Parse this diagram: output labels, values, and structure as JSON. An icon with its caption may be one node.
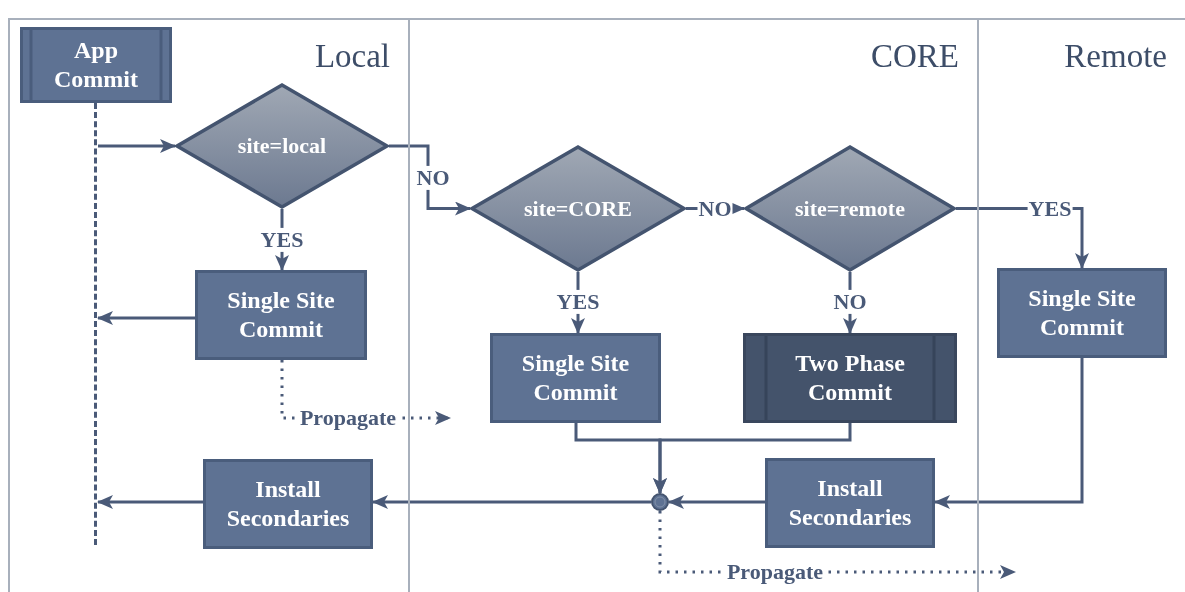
{
  "diagram": {
    "nodes": [
      {
        "text": [
          "Local"
        ]
      },
      {
        "text": [
          "CORE"
        ]
      },
      {
        "text": [
          "Remote"
        ]
      },
      {
        "text": [
          "App Commit"
        ],
        "in": 0
      },
      {
        "text": [],
        "shape": "line",
        "in": 0
      },
      {
        "text": [
          "site=local"
        ],
        "in": 0
      },
      {
        "text": [
          "Single Site Commit"
        ],
        "in": 0
      },
      {
        "text": [
          "Install Secondaries"
        ],
        "in": 0
      },
      {
        "text": [
          "site=CORE"
        ],
        "in": 1
      },
      {
        "text": [
          "site=remote"
        ],
        "in": 1
      },
      {
        "text": [
          "Single Site Commit"
        ],
        "in": 1
      },
      {
        "text": [
          "Two Phase Commit"
        ],
        "in": 1
      },
      {
        "text": [],
        "shape": "circle",
        "in": 1
      },
      {
        "text": [
          "Install Secondaries"
        ],
        "in": 1
      },
      {
        "text": [
          "Single Site Commit"
        ],
        "in": 2
      }
    ],
    "edges": [
      {
        "from": 4,
        "to": 5,
        "arrow": "to"
      },
      {
        "from": 5,
        "to": 8,
        "arrow": "to",
        "label": "NO"
      },
      {
        "from": 5,
        "to": 6,
        "arrow": "to",
        "label": "YES"
      },
      {
        "from": 6,
        "to": 4,
        "arrow": "to"
      },
      {
        "from": 6,
        "to": 1,
        "arrow": "to",
        "label": "Propagate",
        "style": "dashed"
      },
      {
        "from": 8,
        "to": 9,
        "arrow": "to",
        "label": "NO"
      },
      {
        "from": 8,
        "to": 10,
        "arrow": "to",
        "label": "YES"
      },
      {
        "from": 9,
        "to": 14,
        "arrow": "to",
        "label": "YES"
      },
      {
        "from": 9,
        "to": 11,
        "arrow": "to",
        "label": "NO"
      },
      {
        "from": 10,
        "to": 12,
        "arrow": "to"
      },
      {
        "from": 11,
        "to": 12,
        "arrow": "to"
      },
      {
        "from": 14,
        "to": 13,
        "arrow": "to"
      },
      {
        "from": 13,
        "to": 12,
        "arrow": "to"
      },
      {
        "from": 12,
        "to": 7,
        "arrow": "to"
      },
      {
        "from": 7,
        "to": 4,
        "arrow": "to"
      },
      {
        "from": 12,
        "to": 2,
        "arrow": "to",
        "label": "Propagate",
        "style": "dashed"
      }
    ]
  }
}
